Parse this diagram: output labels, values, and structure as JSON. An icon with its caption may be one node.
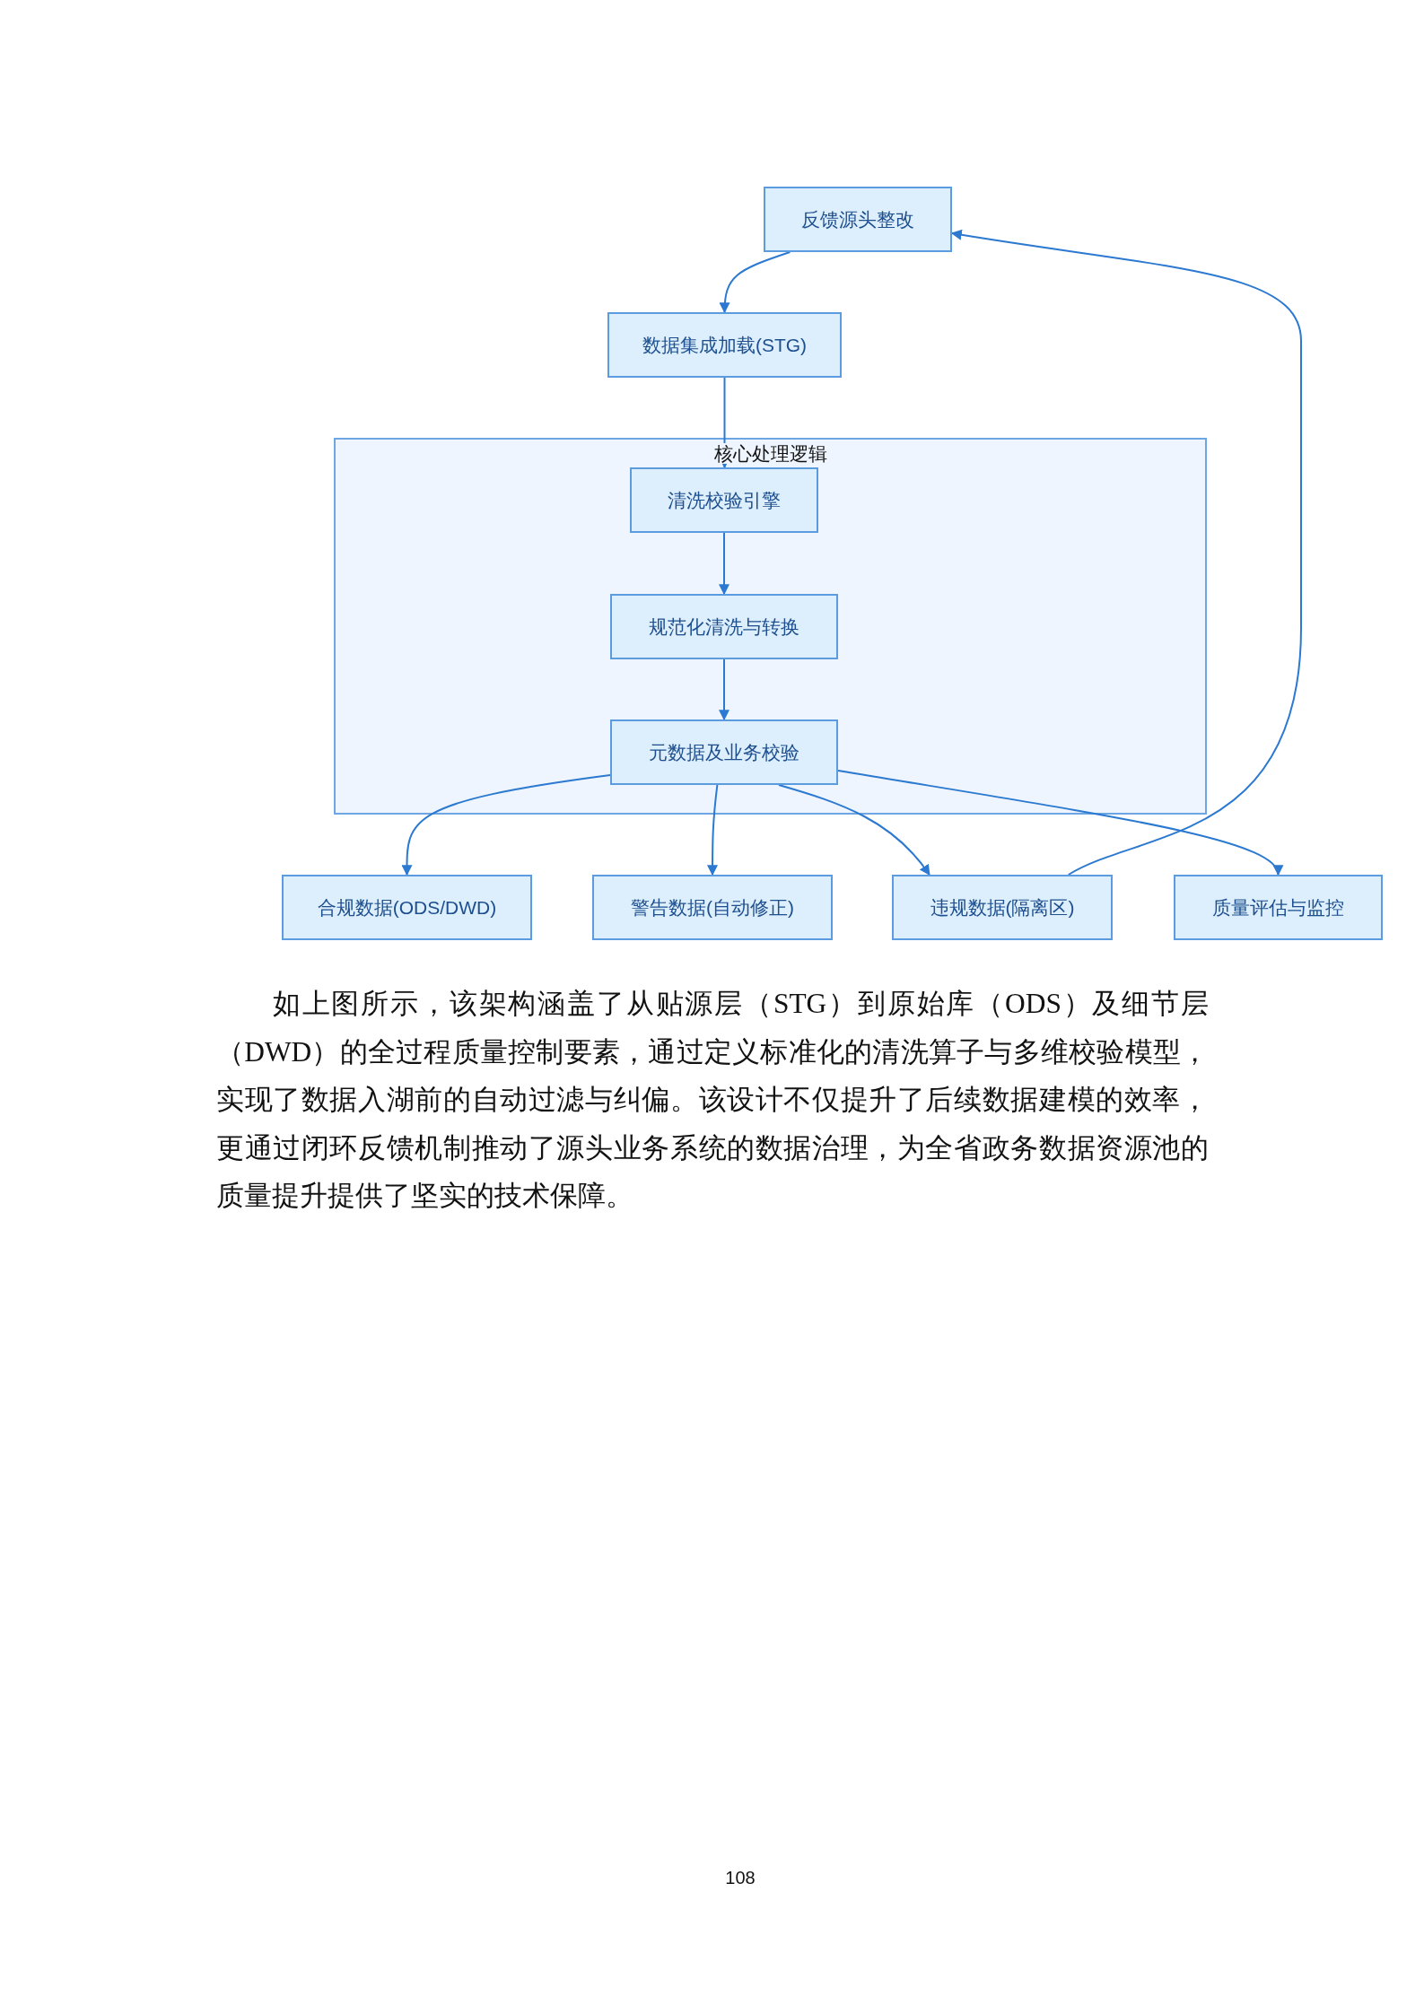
{
  "diagram": {
    "nodes": [
      {
        "text": [
          "反馈源头整改"
        ]
      },
      {
        "text": [
          "数据集成加载(STG)"
        ]
      },
      {
        "text": [
          "核心处理逻辑"
        ]
      },
      {
        "text": [
          "清洗校验引擎"
        ],
        "in": 2
      },
      {
        "text": [
          "规范化清洗与转换"
        ],
        "in": 2
      },
      {
        "text": [
          "元数据及业务校验"
        ],
        "in": 2
      },
      {
        "text": [
          "合规数据(ODS/DWD)"
        ]
      },
      {
        "text": [
          "警告数据(自动修正)"
        ]
      },
      {
        "text": [
          "违规数据(隔离区)"
        ]
      },
      {
        "text": [
          "质量评估与监控"
        ]
      }
    ],
    "edges": [
      {
        "from": 0,
        "to": 1,
        "arrow": "to"
      },
      {
        "from": 1,
        "to": 3,
        "arrow": "to"
      },
      {
        "from": 3,
        "to": 4,
        "arrow": "to"
      },
      {
        "from": 4,
        "to": 5,
        "arrow": "to"
      },
      {
        "from": 5,
        "to": 6,
        "arrow": "to"
      },
      {
        "from": 5,
        "to": 7,
        "arrow": "to"
      },
      {
        "from": 5,
        "to": 8,
        "arrow": "to"
      },
      {
        "from": 5,
        "to": 9,
        "arrow": "to"
      },
      {
        "from": 8,
        "to": 0,
        "arrow": "to"
      }
    ],
    "labels": [
      "如上图所示，该架构涵盖了从贴源层（STG）到原始库（ODS）及细节层（DWD）的全过程质量控制要素，通过定义标准化的清洗算子与多维校验模型，实现了数据入湖前的自动过滤与纠偏。该设计不仅提升了后续数据建模的效率，更通过闭环反馈机制推动了源头业务系统的数据治理，为全省政务数据资源池的质量提升提供了坚实的技术保障。",
      "108"
    ]
  }
}
